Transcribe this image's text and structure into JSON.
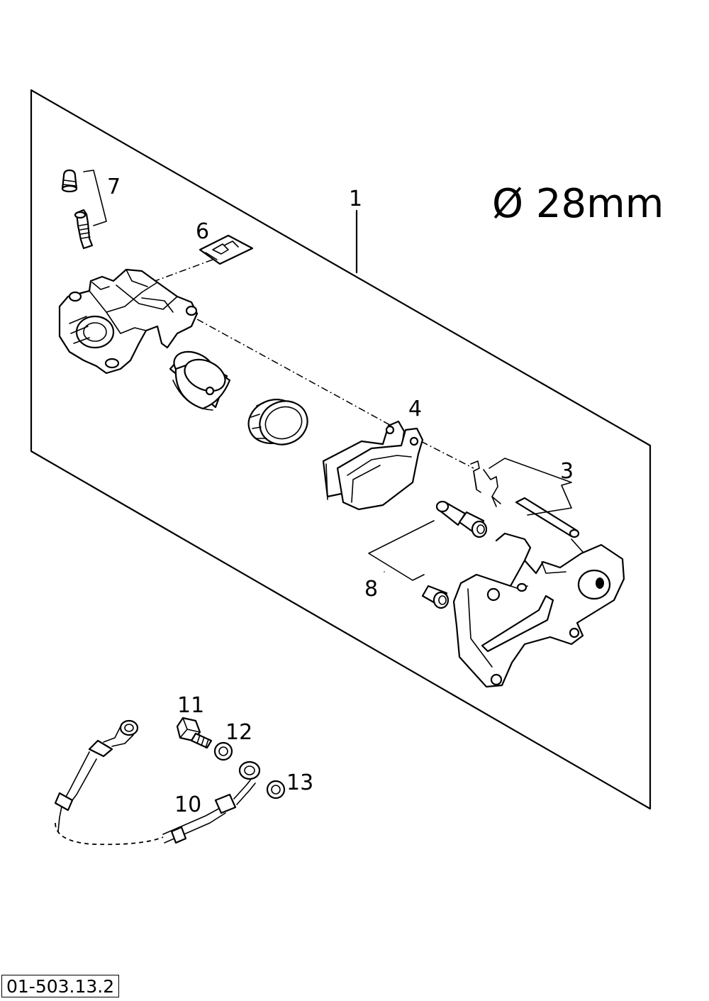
{
  "spec_label": "Ø 28mm",
  "reference_code": "01-503.13.2",
  "callouts": [
    "1",
    "3",
    "4",
    "6",
    "7",
    "8",
    "10",
    "11",
    "12",
    "13"
  ]
}
